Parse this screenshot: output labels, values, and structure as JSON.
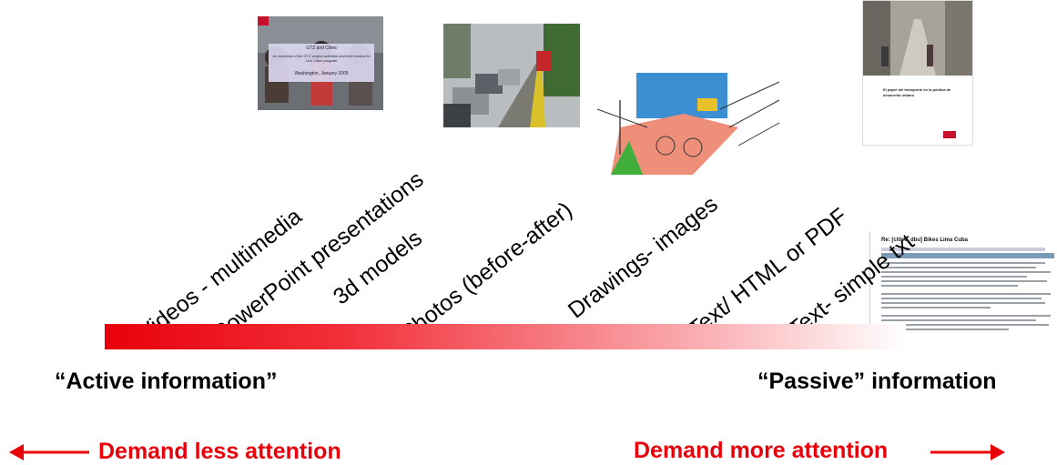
{
  "labels": {
    "videos": "Videos - multimedia",
    "powerpoint": "PowerPoint presentations",
    "models3d": "3d models",
    "photos": "Photos (before-after)",
    "drawings": "Drawings- images",
    "text_html": "Text/ HTML or PDF",
    "text_simple": "Text- simple txt"
  },
  "axis": {
    "left_label": "“Active information”",
    "right_label": "“Passive” information"
  },
  "attention": {
    "less": "Demand less attention",
    "more": "Demand more attention"
  },
  "thumbnails": {
    "video_caption_title": "GTZ and Cities",
    "video_caption_body": "An overview of the GTZ project activities and their relation to LA's Cities program",
    "video_caption_place": "Washington, January 2005",
    "doc_title": "El papel del transporte en la política de desarrollo urbano",
    "email_subject": "Re: [cities_dbu] Bikes Lima Cuba"
  },
  "colors": {
    "accent_red": "#e8000a"
  }
}
